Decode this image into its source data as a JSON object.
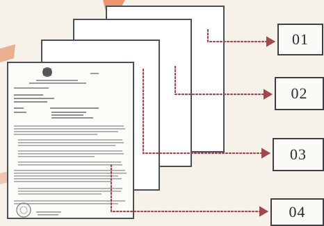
{
  "diagram": {
    "labels": [
      "01",
      "02",
      "03",
      "04"
    ],
    "colors": {
      "connector": "#a2474f",
      "sheet_border": "#4a4e55",
      "box_border": "#3d3f44",
      "accent_shape": "#e07a4a",
      "background": "#f6f2ea"
    }
  },
  "document": {
    "icon": "coat-of-arms-emblem",
    "stamp_icon": "circular-seal-stamp"
  }
}
